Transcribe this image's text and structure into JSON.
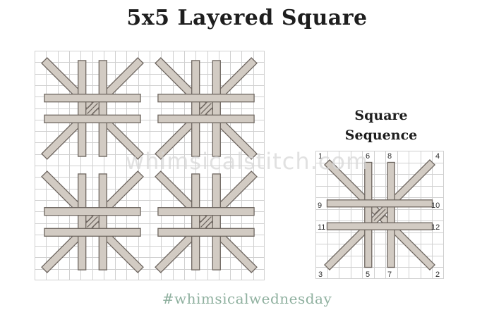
{
  "title": "5x5 Layered Square",
  "sequence_title_line1": "Square",
  "sequence_title_line2": "Sequence",
  "sequence_numbers": [
    "1",
    "2",
    "3",
    "4",
    "5",
    "6",
    "7",
    "8",
    "9",
    "10",
    "11",
    "12"
  ],
  "watermark": "whimsicalstitch.com",
  "hashtag": "#whimsicalwednesday",
  "colors": {
    "stitch_fill": "#d2cbc3",
    "stitch_stroke": "#6e6660",
    "grid_line": "#d0d0d0",
    "hashtag": "#8fb09f",
    "title": "#1e1e1e"
  }
}
